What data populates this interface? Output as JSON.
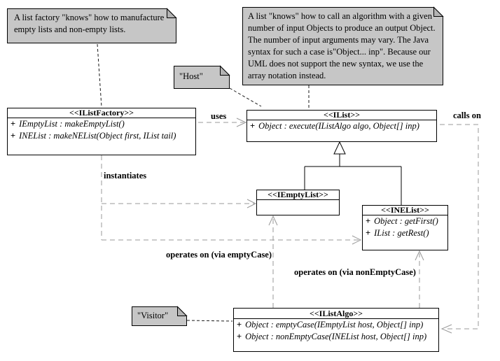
{
  "diagram": {
    "notes": {
      "factory_note": {
        "text": "A list factory \"knows\" how to manufacture\nempty lists and non-empty lists."
      },
      "list_note": {
        "text": "A list \"knows\" how to call an algorithm with a given\nnumber of  input Objects to produce an output Object.\nThe number of input arguments may vary.  The Java\nsyntax for such a case is\"Object... inp\".  Because our\nUML does not support the new syntax, we use the\narray notation instead."
      },
      "host_note": {
        "text": "\"Host\""
      },
      "visitor_note": {
        "text": "\"Visitor\""
      }
    },
    "classes": {
      "ilist_factory": {
        "stereotype": "<<IListFactory>>",
        "methods": [
          {
            "visibility": "+",
            "signature": "IEmptyList : makeEmptyList()"
          },
          {
            "visibility": "+",
            "signature": "INEList : makeNEList(Object first, IList tail)"
          }
        ]
      },
      "ilist": {
        "stereotype": "<<IList>>",
        "methods": [
          {
            "visibility": "+",
            "signature": "Object : execute(IListAlgo algo, Object[] inp)"
          }
        ]
      },
      "iempty_list": {
        "stereotype": "<<IEmptyList>>",
        "methods": []
      },
      "ine_list": {
        "stereotype": "<<INEList>>",
        "methods": [
          {
            "visibility": "+",
            "signature": "Object : getFirst()"
          },
          {
            "visibility": "+",
            "signature": "IList : getRest()"
          }
        ]
      },
      "ilist_algo": {
        "stereotype": "<<IListAlgo>>",
        "methods": [
          {
            "visibility": "+",
            "signature": "Object : emptyCase(IEmptyList host, Object[] inp)"
          },
          {
            "visibility": "+",
            "signature": "Object : nonEmptyCase(INEList host, Object[] inp)"
          }
        ]
      }
    },
    "labels": {
      "uses": "uses",
      "calls_on": "calls on",
      "instantiates": "instantiates",
      "operates_empty": "operates on (via emptyCase)",
      "operates_nonempty": "operates on (via nonEmptyCase)"
    },
    "colors": {
      "note_fill": "#c6c6c6",
      "relation_line": "#999999",
      "note_connector": "#1a1a1a",
      "box_border": "#000000"
    }
  }
}
